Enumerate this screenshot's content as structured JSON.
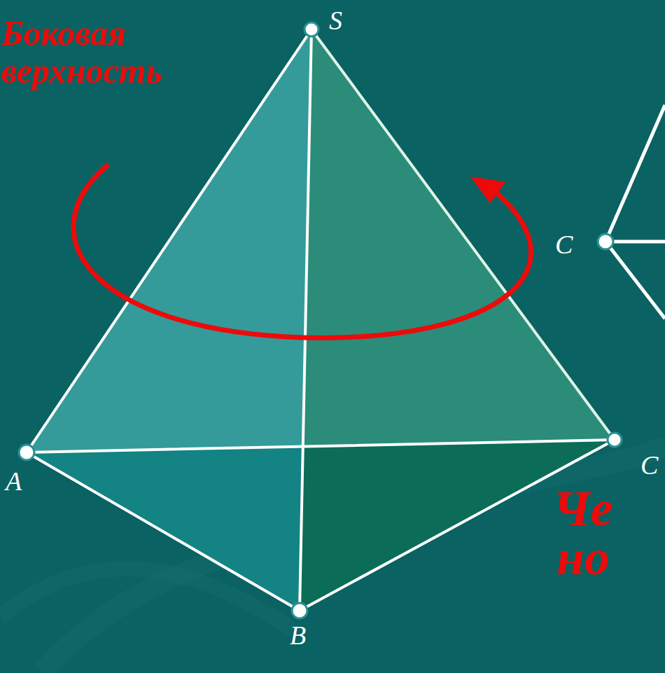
{
  "diagram": {
    "labels": [
      "Боковая",
      "верхность",
      "S",
      "C",
      "A",
      "C",
      "B",
      "Че",
      "но"
    ]
  }
}
